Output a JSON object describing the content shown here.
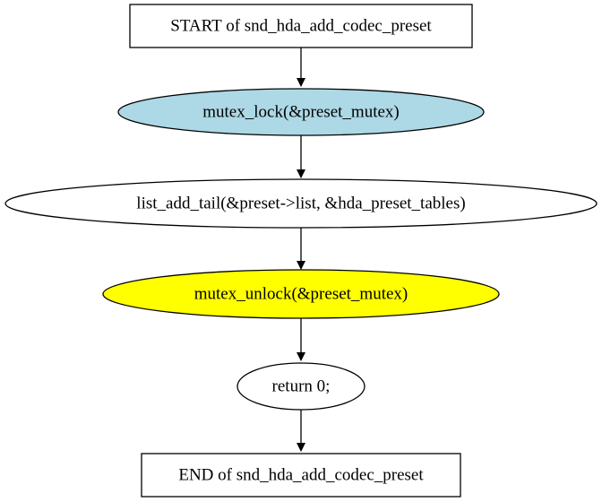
{
  "flowchart": {
    "nodes": [
      {
        "id": "start",
        "label": "START of snd_hda_add_codec_preset",
        "shape": "box",
        "fill": "#ffffff"
      },
      {
        "id": "lock",
        "label": "mutex_lock(&preset_mutex)",
        "shape": "ellipse",
        "fill": "#add8e6"
      },
      {
        "id": "add",
        "label": "list_add_tail(&preset->list, &hda_preset_tables)",
        "shape": "ellipse",
        "fill": "#ffffff"
      },
      {
        "id": "unlock",
        "label": "mutex_unlock(&preset_mutex)",
        "shape": "ellipse",
        "fill": "#ffff00"
      },
      {
        "id": "ret",
        "label": "return 0;",
        "shape": "ellipse",
        "fill": "#ffffff"
      },
      {
        "id": "end",
        "label": "END of snd_hda_add_codec_preset",
        "shape": "box",
        "fill": "#ffffff"
      }
    ],
    "edges": [
      {
        "from": "start",
        "to": "lock"
      },
      {
        "from": "lock",
        "to": "add"
      },
      {
        "from": "add",
        "to": "unlock"
      },
      {
        "from": "unlock",
        "to": "ret"
      },
      {
        "from": "ret",
        "to": "end"
      }
    ]
  }
}
